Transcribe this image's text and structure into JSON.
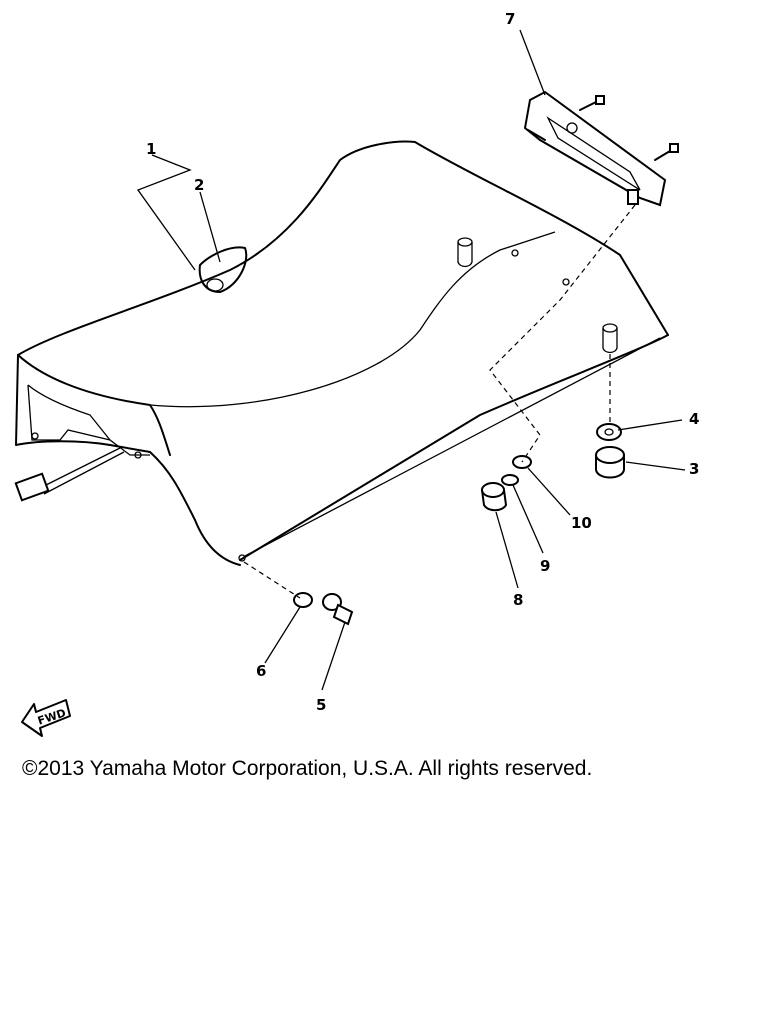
{
  "callouts": {
    "c1": "1",
    "c2": "2",
    "c3": "3",
    "c4": "4",
    "c5": "5",
    "c6": "6",
    "c7": "7",
    "c8": "8",
    "c9": "9",
    "c10": "10"
  },
  "direction_badge": "FWD",
  "copyright": "©2013 Yamaha Motor Corporation, U.S.A. All rights reserved."
}
